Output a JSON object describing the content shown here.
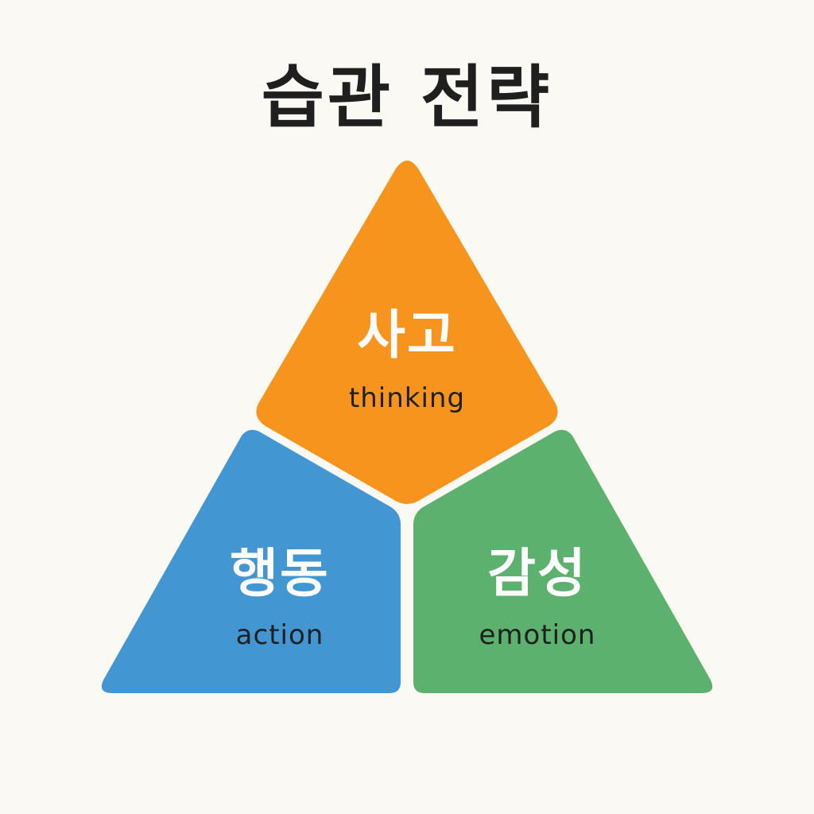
{
  "title": "습관 전략",
  "segments": {
    "top": {
      "korean": "사고",
      "english": "thinking",
      "color": "#f7941d"
    },
    "left": {
      "korean": "행동",
      "english": "action",
      "color": "#4297d3"
    },
    "right": {
      "korean": "감성",
      "english": "emotion",
      "color": "#5bb16d"
    }
  },
  "background_color": "#fbf9f3"
}
